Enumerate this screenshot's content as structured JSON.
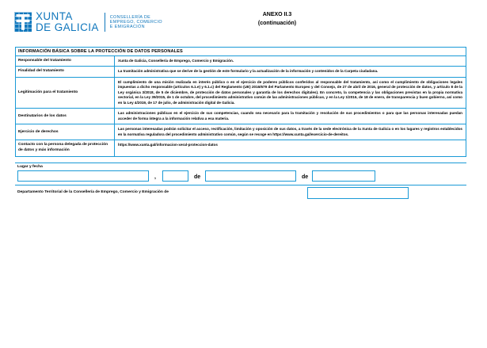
{
  "header": {
    "logo": {
      "crest_icon": "xunta-crest-icon",
      "wordmark_line1": "XUNTA",
      "wordmark_line2": "DE GALICIA",
      "department_line1": "CONSELLERÍA DE",
      "department_line2": "EMPREGO, COMERCIO",
      "department_line3": "E EMIGRACIÓN"
    },
    "anexo_title": "ANEXO II.3",
    "anexo_subtitle": "(continuación)"
  },
  "protection_table": {
    "caption": "INFORMACIÓN BÁSICA SOBRE LA PROTECCIÓN DE DATOS PERSONALES",
    "rows": [
      {
        "key": "Responsable del tratamiento",
        "value": "Xunta de Galicia, Consellería de Emprego, Comercio y Emigración."
      },
      {
        "key": "Finalidad del tratamiento",
        "value": "La tramitación administrativa que se derive de la gestión de este formulario y la actualización de la información y contenidos de la Carpeta ciudadana."
      },
      {
        "key": "Legitimación para el tratamiento",
        "value": "El cumplimiento de una misión realizada en interés público o en el ejercicio de poderes públicos conferidos al responsable del tratamiento, así como el cumplimiento de obligaciones legales impuestas a dicho responsable (artículos 6.1.e) y 6.1.c) del Reglamento (UE) 2016/679 del Parlamento Europeo y del Consejo, de 27 de abril de 2016, general de protección de datos, y artículo 8 de la Ley orgánica 3/2018, de 5 de diciembre, de protección de datos personales y garantía de los derechos digitales). En concreto, la competencia y las obligaciones previstas en la propia normativa sectorial, en la Ley 39/2015, de 1 de octubre, del procedimiento administrativo común de las administraciones públicas, y en la Ley 1/2016, de 18 de enero, de transparencia y buen gobierno, así como en la Ley 4/2019, de 17 de julio, de administración digital de Galicia."
      },
      {
        "key": "Destinatarios de los datos",
        "value": "Las administraciones públicas en el ejercicio de sus competencias, cuando sea necesario para la tramitación y resolución de sus procedimientos o para que las personas interesadas puedan acceder de forma íntegra a la información relativa a esa materia."
      },
      {
        "key": "Ejercicio de derechos",
        "value": "Las personas interesadas podrán solicitar el acceso, rectificación, limitación y oposición de sus datos, a través de la sede electrónica de la Xunta de Galicia o en los lugares y registros establecidos en la normativa reguladora del procedimiento administrativo común, según se recoge en https://www.xunta.gal/exercicio-de-dereitos."
      },
      {
        "key": "Contacto con la persona delegada de protección de datos y más información",
        "value": "https://www.xunta.gal/informacion-xeral-proteccion-datos"
      }
    ]
  },
  "signature_block": {
    "date_label": "Lugar y fecha",
    "place_value": "",
    "day_value": "",
    "month_value": "",
    "year_value": "",
    "separator_dot": ",",
    "separator_month": "de",
    "separator_year": "de",
    "department_label": "Departamento Territorial de la Consellería de Emprego, Comercio y Emigración de",
    "department_value": ""
  },
  "colors": {
    "accent": "#1a9ad7",
    "brand": "#0e76bc",
    "text": "#000000",
    "background": "#ffffff"
  }
}
